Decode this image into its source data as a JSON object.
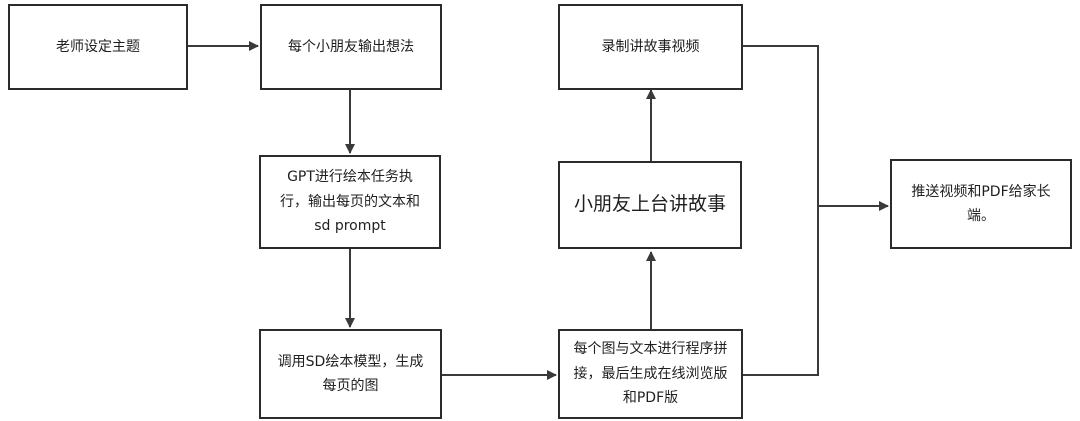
{
  "nodes": {
    "teacher_topic": "老师设定主题",
    "kids_ideas": "每个小朋友输出想法",
    "gpt_task": "GPT进行绘本任务执行，输出每页的文本和sd prompt",
    "sd_model": "调用SD绘本模型，生成每页的图",
    "assemble": "每个图与文本进行程序拼接，最后生成在线浏览版和PDF版",
    "kids_story": "小朋友上台讲故事",
    "record_video": "录制讲故事视频",
    "push_parents": "推送视频和PDF给家长端。"
  },
  "colors": {
    "line": "#3a3a3a",
    "border": "#2b2b2b"
  }
}
